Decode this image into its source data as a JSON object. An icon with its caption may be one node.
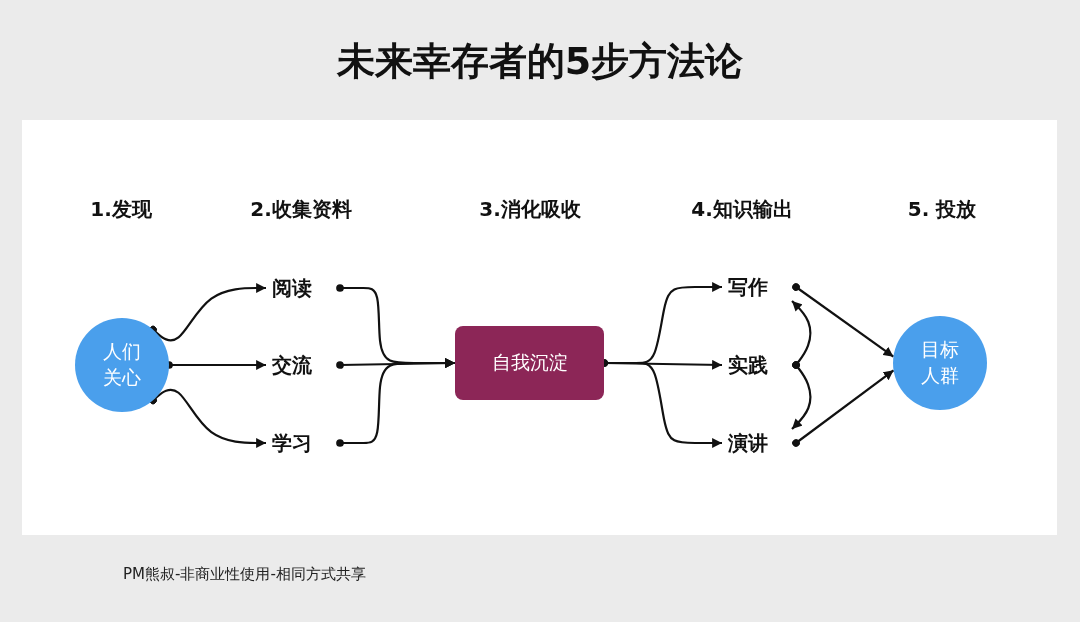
{
  "diagram": {
    "title": "未来幸存者的5步方法论",
    "nodes": [
      {
        "text": [
          "人们关心"
        ]
      },
      {
        "text": [
          "阅读"
        ]
      },
      {
        "text": [
          "交流"
        ]
      },
      {
        "text": [
          "学习"
        ]
      },
      {
        "text": [
          "自我沉淀"
        ]
      },
      {
        "text": [
          "写作"
        ]
      },
      {
        "text": [
          "实践"
        ]
      },
      {
        "text": [
          "演讲"
        ]
      },
      {
        "text": [
          "目标人群"
        ]
      }
    ],
    "edges": [
      {
        "from": 0,
        "to": 1,
        "arrow": "to"
      },
      {
        "from": 0,
        "to": 2,
        "arrow": "to"
      },
      {
        "from": 0,
        "to": 3,
        "arrow": "to"
      },
      {
        "from": 1,
        "to": 4,
        "arrow": "to"
      },
      {
        "from": 2,
        "to": 4,
        "arrow": "to"
      },
      {
        "from": 3,
        "to": 4,
        "arrow": "to"
      },
      {
        "from": 4,
        "to": 5,
        "arrow": "to"
      },
      {
        "from": 4,
        "to": 6,
        "arrow": "to"
      },
      {
        "from": 4,
        "to": 7,
        "arrow": "to"
      },
      {
        "from": 6,
        "to": 5,
        "arrow": "to"
      },
      {
        "from": 6,
        "to": 7,
        "arrow": "to"
      },
      {
        "from": 5,
        "to": 8,
        "arrow": "to"
      },
      {
        "from": 7,
        "to": 8,
        "arrow": "to"
      }
    ],
    "labels": [
      "1.发现",
      "2.收集资料",
      "3.消化吸收",
      "4.知识输出",
      "5. 投放",
      "PM熊叔-非商业性使用-相同方式共享"
    ]
  }
}
